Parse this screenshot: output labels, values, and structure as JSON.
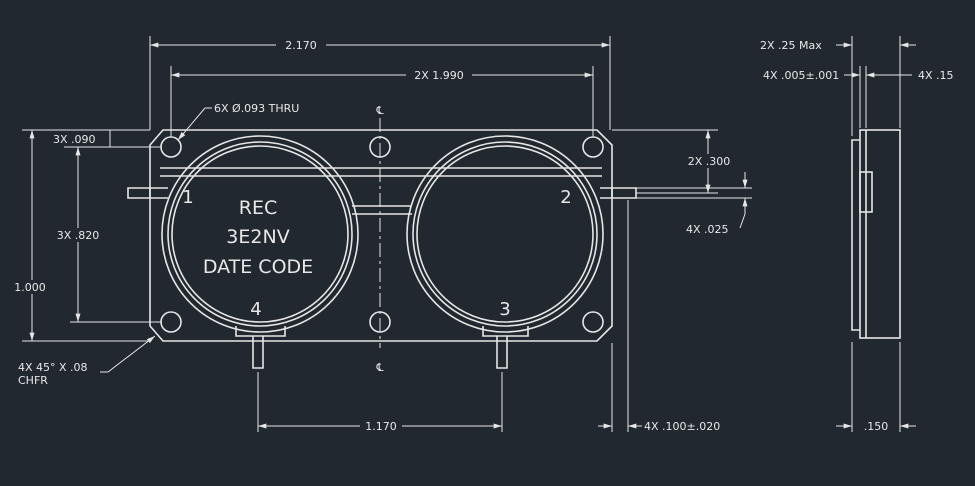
{
  "dimensions": {
    "overall_length": "2.170",
    "hole_spacing_x": "2X 1.990",
    "hole_callout": "6X Ø.093 THRU",
    "hole_edge_y": "3X .090",
    "hole_spacing_y": "3X .820",
    "overall_height": "1.000",
    "chamfer_line1": "4X 45° X .08",
    "chamfer_line2": "CHFR",
    "pin_spacing": "1.170",
    "pin_length": "4X .100±.020",
    "tab_offset": "2X .300",
    "tab_thickness": "4X .025",
    "max_height": "2X .25 Max",
    "lid_gap": "4X .005±.001",
    "flange": "4X .15",
    "body_thickness": ".150"
  },
  "centerline_symbol": "℄",
  "label": {
    "line1": "REC",
    "line2": "3E2NV",
    "line3": "DATE CODE"
  },
  "ports": [
    "1",
    "2",
    "3",
    "4"
  ]
}
